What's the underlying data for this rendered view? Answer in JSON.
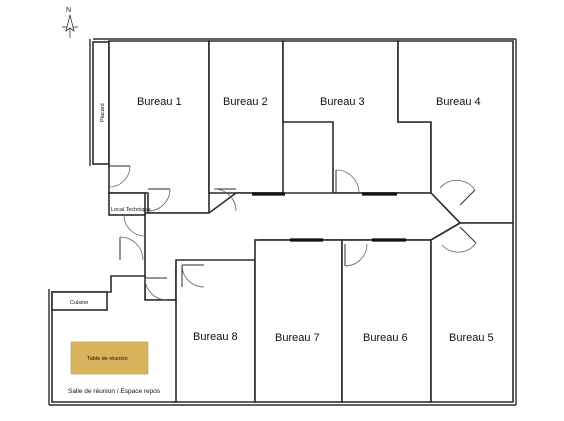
{
  "compass": {
    "label": "N"
  },
  "rooms": {
    "bureau1": "Bureau 1",
    "bureau2": "Bureau 2",
    "bureau3": "Bureau 3",
    "bureau4": "Bureau 4",
    "bureau5": "Bureau 5",
    "bureau6": "Bureau 6",
    "bureau7": "Bureau 7",
    "bureau8": "Bureau 8",
    "placard": "Placard",
    "local_technique": "Local Technique",
    "cuisine": "Cuisine",
    "salle": "Salle de réunion / Espace repos",
    "table": "Table de réunion"
  },
  "colors": {
    "table_fill": "#d9b25c",
    "wall": "#2b2b2b"
  }
}
